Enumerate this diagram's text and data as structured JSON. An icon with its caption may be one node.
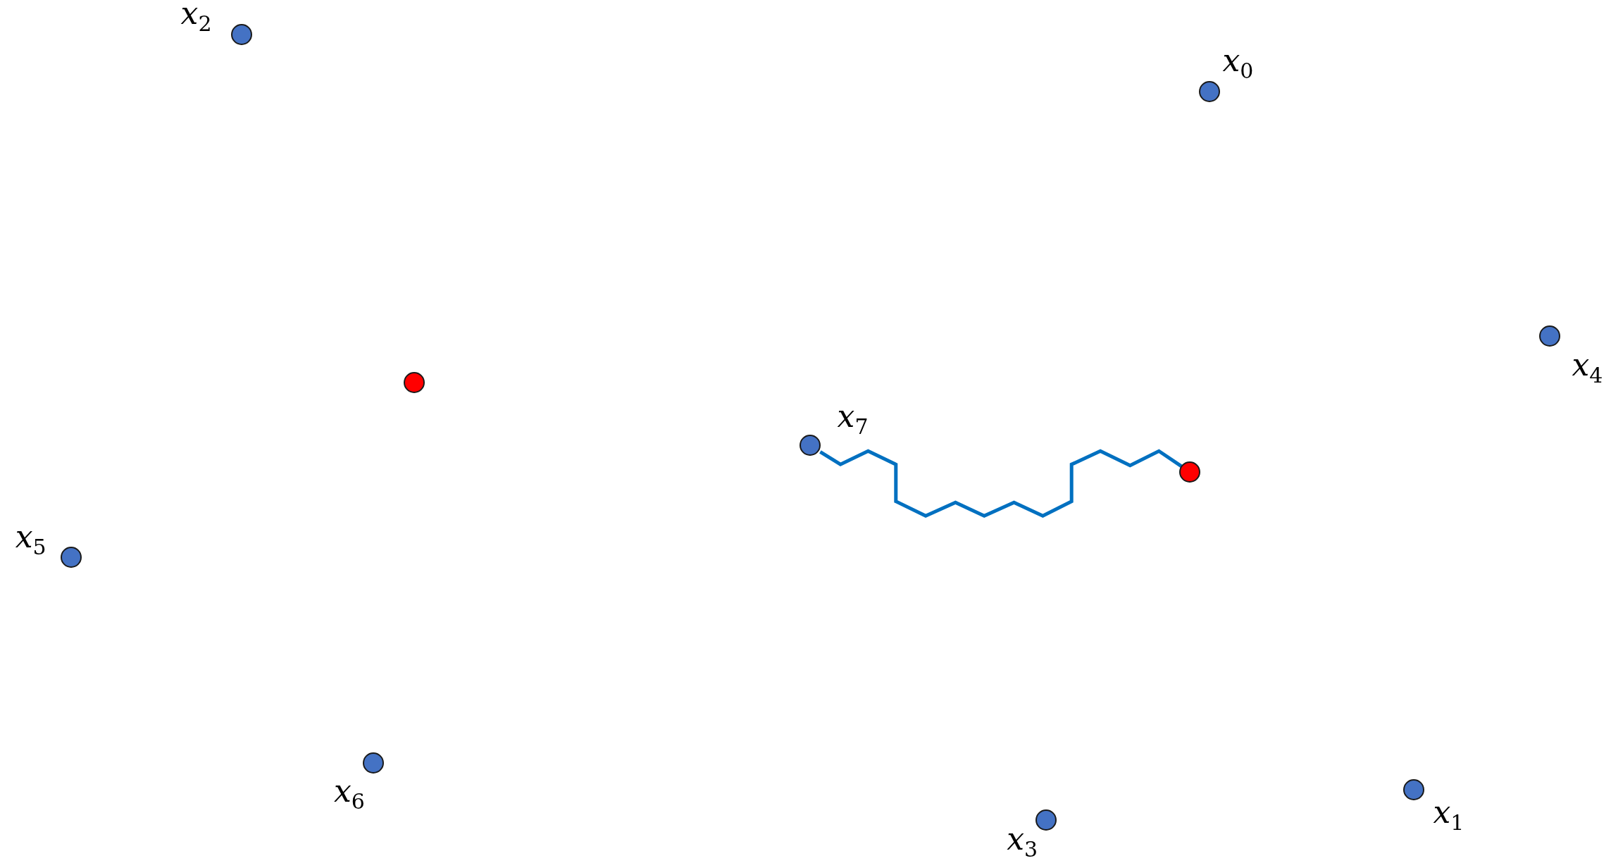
{
  "diagram": {
    "nodes": [
      {
        "text": [],
        "shape": "circle",
        "beside": [
          "*x*$_{2}$"
        ]
      },
      {
        "text": [],
        "shape": "circle",
        "beside": [
          "*x*$_{0}$"
        ]
      },
      {
        "text": [],
        "shape": "circle",
        "beside": [
          "*x*$_{4}$"
        ]
      },
      {
        "text": [],
        "shape": "circle"
      },
      {
        "text": [],
        "shape": "circle",
        "beside": [
          "*x*$_{7}$"
        ]
      },
      {
        "text": [],
        "shape": "circle"
      },
      {
        "text": [],
        "shape": "circle",
        "beside": [
          "*x*$_{5}$"
        ]
      },
      {
        "text": [],
        "shape": "circle",
        "beside": [
          "*x*$_{6}$"
        ]
      },
      {
        "text": [],
        "shape": "circle",
        "beside": [
          "*x*$_{1}$"
        ]
      },
      {
        "text": [],
        "shape": "circle",
        "beside": [
          "*x*$_{3}$"
        ]
      }
    ],
    "edges": [
      {
        "from": 4,
        "to": 5,
        "arrow": "none"
      }
    ]
  }
}
